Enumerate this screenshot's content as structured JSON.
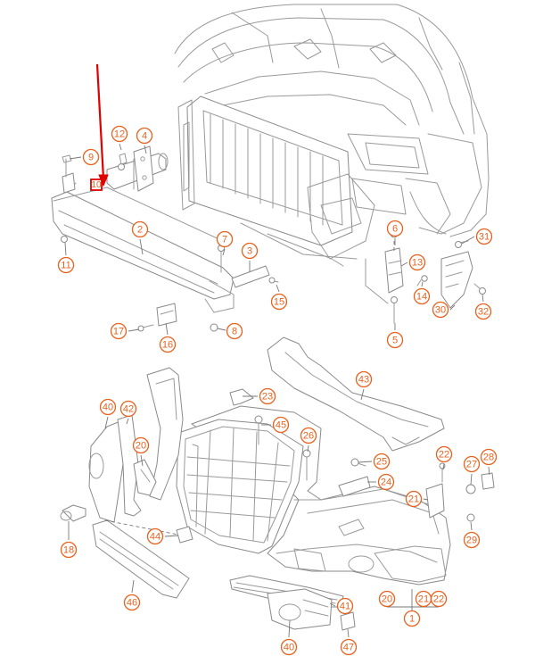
{
  "callouts": [
    {
      "id": "c1",
      "label": "1"
    },
    {
      "id": "c2",
      "label": "2"
    },
    {
      "id": "c3",
      "label": "3"
    },
    {
      "id": "c4",
      "label": "4"
    },
    {
      "id": "c5",
      "label": "5"
    },
    {
      "id": "c6",
      "label": "6"
    },
    {
      "id": "c7",
      "label": "7"
    },
    {
      "id": "c8",
      "label": "8"
    },
    {
      "id": "c9",
      "label": "9"
    },
    {
      "id": "c10",
      "label": "10"
    },
    {
      "id": "c11",
      "label": "11"
    },
    {
      "id": "c12",
      "label": "12"
    },
    {
      "id": "c13",
      "label": "13"
    },
    {
      "id": "c14",
      "label": "14"
    },
    {
      "id": "c15",
      "label": "15"
    },
    {
      "id": "c16",
      "label": "16"
    },
    {
      "id": "c17",
      "label": "17"
    },
    {
      "id": "c18",
      "label": "18"
    },
    {
      "id": "c20a",
      "label": "20"
    },
    {
      "id": "c20b",
      "label": "20"
    },
    {
      "id": "c21a",
      "label": "21"
    },
    {
      "id": "c21b",
      "label": "21"
    },
    {
      "id": "c22a",
      "label": "22"
    },
    {
      "id": "c22b",
      "label": "22"
    },
    {
      "id": "c23",
      "label": "23"
    },
    {
      "id": "c24",
      "label": "24"
    },
    {
      "id": "c25",
      "label": "25"
    },
    {
      "id": "c26",
      "label": "26"
    },
    {
      "id": "c27",
      "label": "27"
    },
    {
      "id": "c28",
      "label": "28"
    },
    {
      "id": "c29",
      "label": "29"
    },
    {
      "id": "c30",
      "label": "30"
    },
    {
      "id": "c31",
      "label": "31"
    },
    {
      "id": "c32",
      "label": "32"
    },
    {
      "id": "c40a",
      "label": "40"
    },
    {
      "id": "c40b",
      "label": "40"
    },
    {
      "id": "c41",
      "label": "41"
    },
    {
      "id": "c42",
      "label": "42"
    },
    {
      "id": "c43",
      "label": "43"
    },
    {
      "id": "c44",
      "label": "44"
    },
    {
      "id": "c45",
      "label": "45"
    },
    {
      "id": "c46",
      "label": "46"
    },
    {
      "id": "c47",
      "label": "47"
    },
    {
      "id": "c20c",
      "label": "20"
    }
  ],
  "highlight": {
    "label": "10"
  },
  "colors": {
    "callout": "#e8621e",
    "highlight": "#e00000",
    "line": "#9a9a9a"
  }
}
